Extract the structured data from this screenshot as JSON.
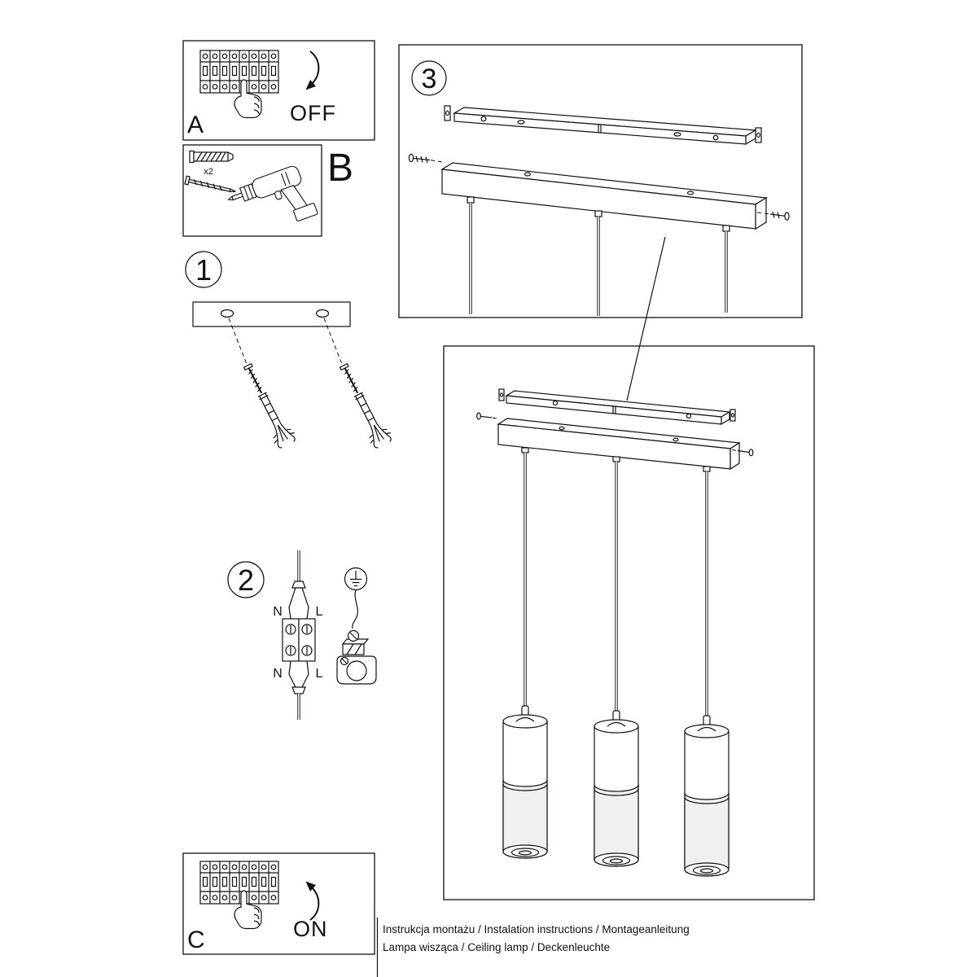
{
  "document": {
    "panels": {
      "a": {
        "label": "A",
        "action": "OFF"
      },
      "b": {
        "label": "B",
        "anchor_count": "x2"
      },
      "c": {
        "label": "C",
        "action": "ON"
      }
    },
    "steps": {
      "s1": {
        "number": "1"
      },
      "s2": {
        "number": "2",
        "wires": {
          "top_left": "N",
          "top_right": "L",
          "bottom_left": "N",
          "bottom_right": "L"
        }
      },
      "s3": {
        "number": "3"
      }
    },
    "footer": {
      "line1": "Instrukcja montażu / Instalation instructions / Montageanleitung",
      "line2": "Lampa wisząca / Ceiling lamp / Deckenleuchte"
    }
  }
}
